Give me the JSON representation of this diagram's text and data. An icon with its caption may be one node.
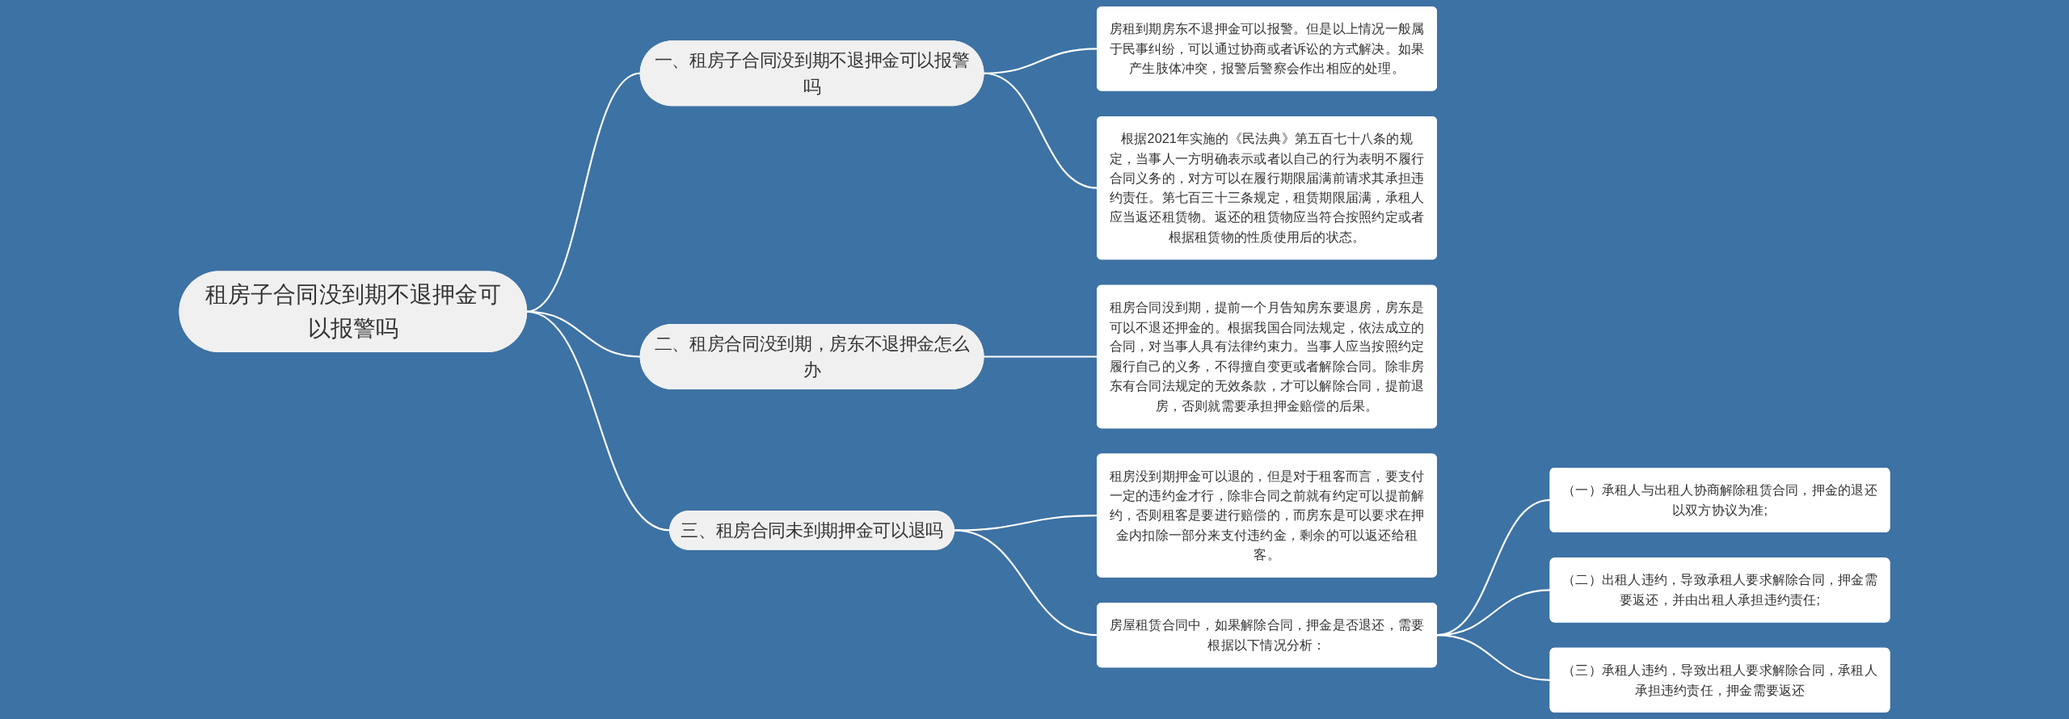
{
  "diagram": {
    "nodes": [
      {
        "text": [
          "租房子合同没到期不退押金可以报警吗"
        ]
      },
      {
        "text": [
          "一、租房子合同没到期不退押金可以报警吗"
        ]
      },
      {
        "text": [
          "房租到期房东不退押金可以报警。但是以上情况一般属于民事纠纷，可以通过协商或者诉讼的方式解决。如果产生肢体冲突，报警后警察会作出相应的处理。"
        ]
      },
      {
        "text": [
          "根据2021年实施的《民法典》第五百七十八条的规定，当事人一方明确表示或者以自己的行为表明不履行合同义务的，对方可以在履行期限届满前请求其承担违约责任。第七百三十三条规定，租赁期限届满，承租人应当返还租赁物。返还的租赁物应当符合按照约定或者根据租赁物的性质使用后的状态。"
        ]
      },
      {
        "text": [
          "二、租房合同没到期，房东不退押金怎么办"
        ]
      },
      {
        "text": [
          "租房合同没到期，提前一个月告知房东要退房，房东是可以不退还押金的。根据我国合同法规定，依法成立的合同，对当事人具有法律约束力。当事人应当按照约定履行自己的义务，不得擅自变更或者解除合同。除非房东有合同法规定的无效条款，才可以解除合同，提前退房，否则就需要承担押金赔偿的后果。"
        ]
      },
      {
        "text": [
          "三、租房合同未到期押金可以退吗"
        ]
      },
      {
        "text": [
          "租房没到期押金可以退的，但是对于租客而言，要支付一定的违约金才行，除非合同之前就有约定可以提前解约，否则租客是要进行赔偿的，而房东是可以要求在押金内扣除一部分来支付违约金，剩余的可以返还给租客。"
        ]
      },
      {
        "text": [
          "房屋租赁合同中，如果解除合同，押金是否退还，需要根据以下情况分析："
        ]
      },
      {
        "text": [
          "（一）承租人与出租人协商解除租赁合同，押金的退还以双方协议为准;"
        ]
      },
      {
        "text": [
          "（二）出租人违约，导致承租人要求解除合同，押金需要返还，并由出租人承担违约责任;"
        ]
      },
      {
        "text": [
          "（三）承租人违约，导致出租人要求解除合同，承租人承担违约责任，押金需要返还"
        ]
      }
    ],
    "edges": [
      {
        "from": 0,
        "to": 1,
        "arrow": "none"
      },
      {
        "from": 1,
        "to": 2,
        "arrow": "none"
      },
      {
        "from": 1,
        "to": 3,
        "arrow": "none"
      },
      {
        "from": 0,
        "to": 4,
        "arrow": "none"
      },
      {
        "from": 4,
        "to": 5,
        "arrow": "none"
      },
      {
        "from": 0,
        "to": 6,
        "arrow": "none"
      },
      {
        "from": 6,
        "to": 7,
        "arrow": "none"
      },
      {
        "from": 6,
        "to": 8,
        "arrow": "none"
      },
      {
        "from": 8,
        "to": 9,
        "arrow": "none"
      },
      {
        "from": 8,
        "to": 10,
        "arrow": "none"
      },
      {
        "from": 8,
        "to": 11,
        "arrow": "none"
      }
    ]
  }
}
